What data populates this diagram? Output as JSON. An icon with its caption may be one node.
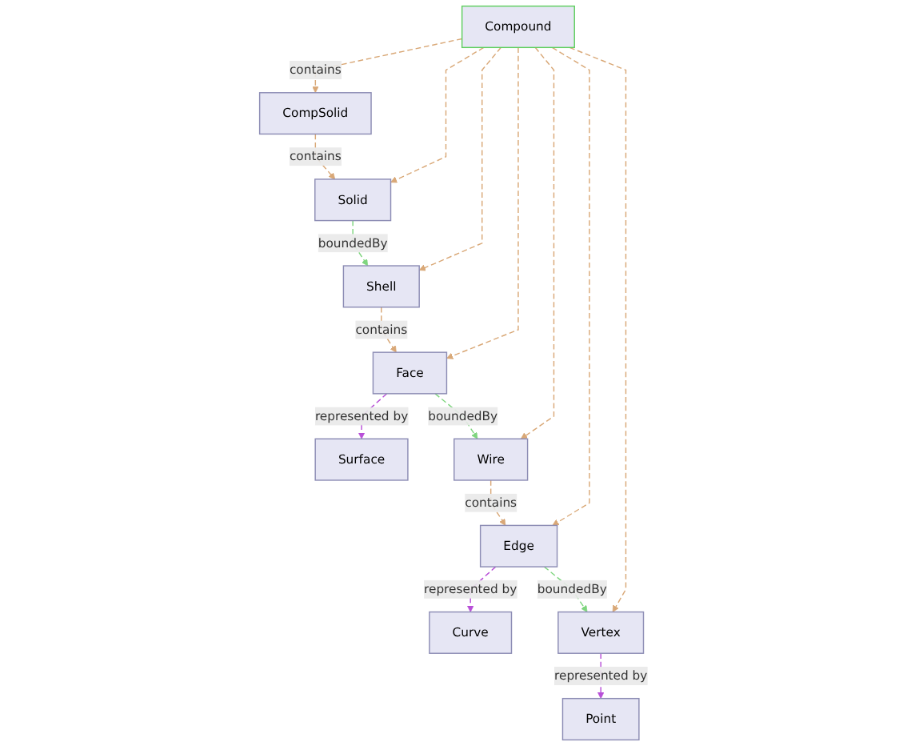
{
  "diagram": {
    "nodes": [
      {
        "text": [
          "CompSolid"
        ]
      },
      {
        "text": [
          "Solid"
        ]
      },
      {
        "text": [
          "Shell"
        ]
      },
      {
        "text": [
          "Compound"
        ]
      },
      {
        "text": [
          "Face"
        ]
      },
      {
        "text": [
          "Surface"
        ]
      },
      {
        "text": [
          "Wire"
        ]
      },
      {
        "text": [
          "Edge"
        ]
      },
      {
        "text": [
          "Curve"
        ]
      },
      {
        "text": [
          "Vertex"
        ]
      },
      {
        "text": [
          "Point"
        ]
      }
    ],
    "edges": [
      {
        "from": 0,
        "to": 1,
        "arrow": "to",
        "label": "contains",
        "style": "dashed"
      },
      {
        "from": 1,
        "to": 2,
        "arrow": "to",
        "label": "boundedBy",
        "style": "dashed",
        "color": "#7fd67f"
      },
      {
        "from": 2,
        "to": 4,
        "arrow": "to",
        "label": "contains",
        "style": "dashed"
      },
      {
        "from": 4,
        "to": 5,
        "arrow": "to",
        "label": "represented by",
        "style": "dashed",
        "color": "#b84fd8"
      },
      {
        "from": 4,
        "to": 6,
        "arrow": "to",
        "label": "boundedBy",
        "style": "dashed",
        "color": "#7fd67f"
      },
      {
        "from": 6,
        "to": 7,
        "arrow": "to",
        "label": "contains",
        "style": "dashed"
      },
      {
        "from": 7,
        "to": 8,
        "arrow": "to",
        "label": "represented by",
        "style": "dashed",
        "color": "#b84fd8"
      },
      {
        "from": 7,
        "to": 9,
        "arrow": "to",
        "label": "boundedBy",
        "style": "dashed",
        "color": "#7fd67f"
      },
      {
        "from": 9,
        "to": 10,
        "arrow": "to",
        "label": "represented by",
        "style": "dashed",
        "color": "#b84fd8"
      },
      {
        "from": 3,
        "to": 0,
        "arrow": "to",
        "label": "contains",
        "style": "dashed"
      },
      {
        "from": 3,
        "to": 1,
        "arrow": "to",
        "style": "dashed"
      },
      {
        "from": 3,
        "to": 2,
        "arrow": "to",
        "style": "dashed"
      },
      {
        "from": 3,
        "to": 4,
        "arrow": "to",
        "style": "dashed"
      },
      {
        "from": 3,
        "to": 6,
        "arrow": "to",
        "style": "dashed"
      },
      {
        "from": 3,
        "to": 7,
        "arrow": "to",
        "style": "dashed"
      },
      {
        "from": 3,
        "to": 9,
        "arrow": "to",
        "style": "dashed"
      }
    ]
  }
}
